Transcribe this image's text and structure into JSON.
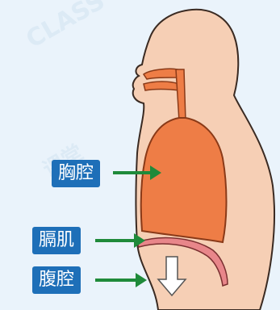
{
  "labels": {
    "chest_cavity": "胸腔",
    "diaphragm": "膈肌",
    "abdominal_cavity": "腹腔"
  },
  "watermark": "CLASS 课堂",
  "colors": {
    "background": "#eaf3fb",
    "skin": "#f6cfb5",
    "skin_outline": "#3a2a22",
    "lung": "#ee7d46",
    "lung_outline": "#8a3a18",
    "diaphragm": "#e8868a",
    "label_bg": "#1e6fb8",
    "arrow": "#1f8a3a"
  },
  "icons": {
    "breath_direction": "down-arrow-icon"
  }
}
